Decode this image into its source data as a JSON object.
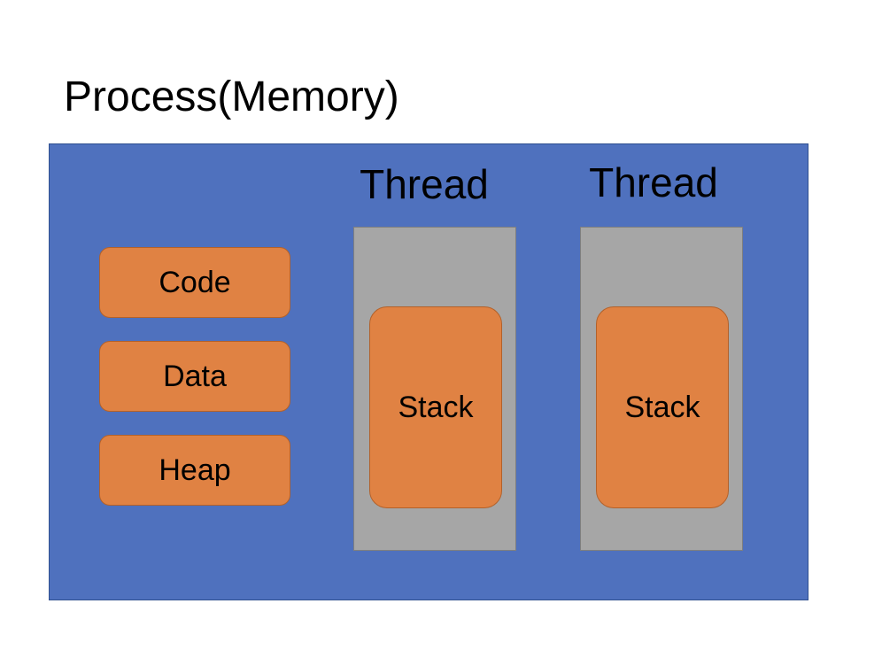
{
  "title": "Process(Memory)",
  "process": {
    "segments": [
      {
        "label": "Code"
      },
      {
        "label": "Data"
      },
      {
        "label": "Heap"
      }
    ],
    "threads": [
      {
        "label": "Thread",
        "stack_label": "Stack"
      },
      {
        "label": "Thread",
        "stack_label": "Stack"
      }
    ]
  },
  "colors": {
    "process_fill": "#4f71be",
    "thread_fill": "#a6a6a6",
    "segment_fill": "#e08243"
  }
}
